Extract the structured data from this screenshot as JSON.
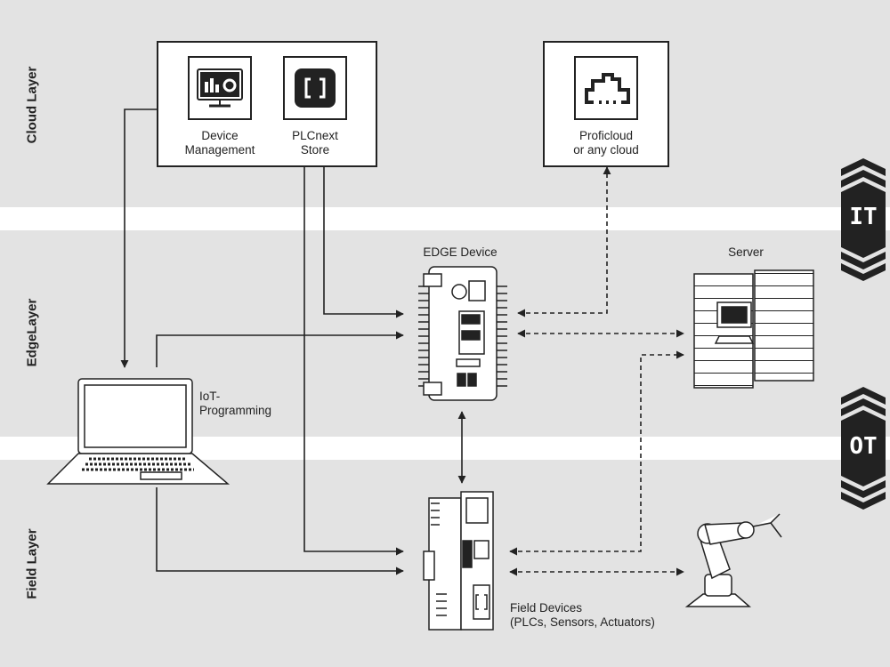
{
  "layers": {
    "cloud": "Cloud Layer",
    "edge": "EdgeLayer",
    "field": "Field Layer"
  },
  "cloud": {
    "device_management_line1": "Device",
    "device_management_line2": "Management",
    "plcnext_line1": "PLCnext",
    "plcnext_line2": "Store",
    "proficloud_line1": "Proficloud",
    "proficloud_line2": "or any cloud"
  },
  "edge": {
    "edge_device": "EDGE Device",
    "server": "Server"
  },
  "programming": {
    "line1": "IoT-",
    "line2": "Programming"
  },
  "field": {
    "line1": "Field Devices",
    "line2": "(PLCs, Sensors, Actuators)"
  },
  "badges": {
    "it": "IT",
    "ot": "OT"
  },
  "colors": {
    "band": "#e3e3e3",
    "ink": "#222222"
  }
}
